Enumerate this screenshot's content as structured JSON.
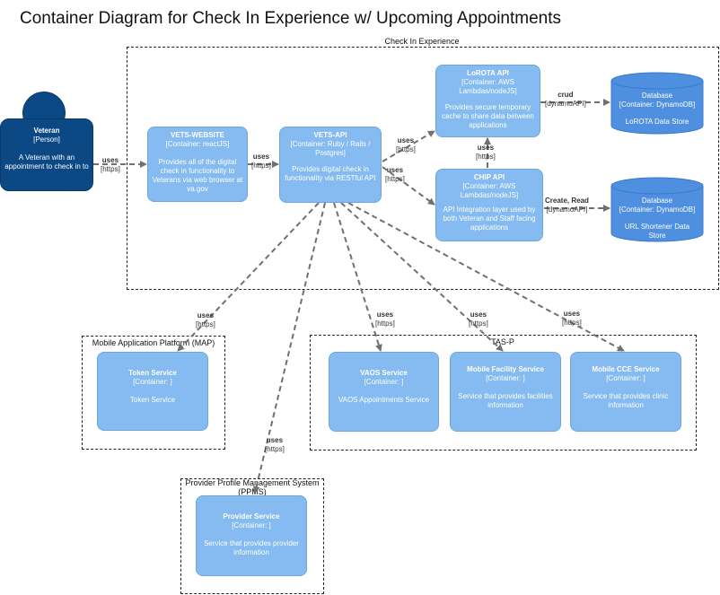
{
  "title": "Container Diagram for Check In Experience w/ Upcoming Appointments",
  "boundaries": {
    "check_in": "Check In Experience",
    "map": "Mobile Application Platform (MAP)",
    "tasp": "TAS-P",
    "ppms": "Provider Profile Management System (PPMS)"
  },
  "nodes": {
    "veteran": {
      "name": "Veteran",
      "type": "[Person]",
      "desc": "A Veteran with an appointment to check in to"
    },
    "vets_website": {
      "name": "VETS-WEBSITE",
      "type": "[Container: reactJS]",
      "desc": "Provides all of the digital check in functionality to Veterans via web browser at va.gov"
    },
    "vets_api": {
      "name": "VETS-API",
      "type": "[Container: Ruby / Rails / Postgres]",
      "desc": "Provides digital check in functionality via RESTful API"
    },
    "lorota_api": {
      "name": "LoROTA API",
      "type": "[Container: AWS Lambdas/nodeJS]",
      "desc": "Provides secure temporary cache to share data between applications"
    },
    "chip_api": {
      "name": "CHIP API",
      "type": "[Container: AWS Lambdas/nodeJS]",
      "desc": "API Integration layer used by both Veteran and Staff facing applications"
    },
    "lorota_db": {
      "name": "Database",
      "type": "[Container: DynamoDB]",
      "desc": "LoROTA Data Store"
    },
    "url_db": {
      "name": "Database",
      "type": "[Container: DynamoDB]",
      "desc": "URL Shortener Data Store"
    },
    "token_service": {
      "name": "Token Service",
      "type": "[Container: ]",
      "desc": "Token Service"
    },
    "vaos_service": {
      "name": "VAOS Service",
      "type": "[Container: ]",
      "desc": "VAOS Appointments Service"
    },
    "mobile_facility_service": {
      "name": "Mobile Facility Service",
      "type": "[Container: ]",
      "desc": "Service that provides facilities information"
    },
    "mobile_cce_service": {
      "name": "Mobile CCE Service",
      "type": "[Container: ]",
      "desc": "Service that provides clinic information"
    },
    "provider_service": {
      "name": "Provider Service",
      "type": "[Container: ]",
      "desc": "Service that provides provider information"
    }
  },
  "edges": [
    {
      "label": "uses",
      "tech": "[https]"
    },
    {
      "label": "uses",
      "tech": "[https]"
    },
    {
      "label": "uses",
      "tech": "[https]"
    },
    {
      "label": "uses",
      "tech": "[https]"
    },
    {
      "label": "uses",
      "tech": "[https]"
    },
    {
      "label": "crud",
      "tech": "[dynamoAPI]"
    },
    {
      "label": "Create, Read",
      "tech": "[dynamoAPI]"
    },
    {
      "label": "uses",
      "tech": "[https]"
    },
    {
      "label": "uses",
      "tech": "[https]"
    },
    {
      "label": "uses",
      "tech": "[https]"
    },
    {
      "label": "uses",
      "tech": "[https]"
    },
    {
      "label": "uses",
      "tech": "[https]"
    }
  ]
}
